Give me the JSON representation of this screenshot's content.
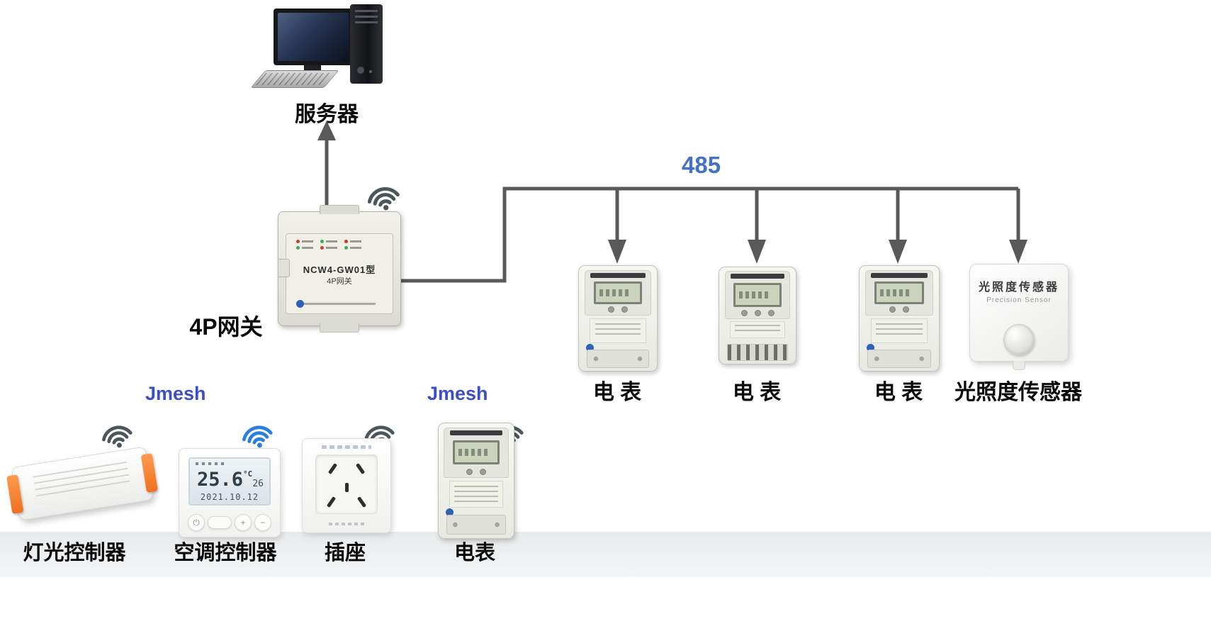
{
  "colors": {
    "bus_blue": "#4472c4",
    "jmesh_blue": "#3d4fc4",
    "line_gray": "#595959",
    "wifi_dark": "#4d565e",
    "wifi_blue": "#2b7de0",
    "orange": "#f0782a"
  },
  "labels": {
    "server": "服务器",
    "gateway": "4P网关",
    "bus": "485",
    "jmesh_left": "Jmesh",
    "jmesh_right": "Jmesh"
  },
  "gateway_device": {
    "model": "NCW4-GW01型",
    "name": "4P网关"
  },
  "sensor": {
    "title": "光照度传感器",
    "subtitle": "Precision Sensor"
  },
  "thermostat": {
    "temp": "25.6",
    "unit": "°C",
    "set_temp": "26",
    "date": "2021.10.12",
    "buttons": {
      "power": "⏻",
      "plus": "+",
      "minus": "−"
    }
  },
  "devices_485": [
    {
      "label": "电 表"
    },
    {
      "label": "电 表"
    },
    {
      "label": "电 表"
    },
    {
      "label": "光照度传感器"
    }
  ],
  "devices_jmesh": [
    {
      "label": "灯光控制器"
    },
    {
      "label": "空调控制器"
    },
    {
      "label": "插座"
    },
    {
      "label": "电表"
    }
  ]
}
